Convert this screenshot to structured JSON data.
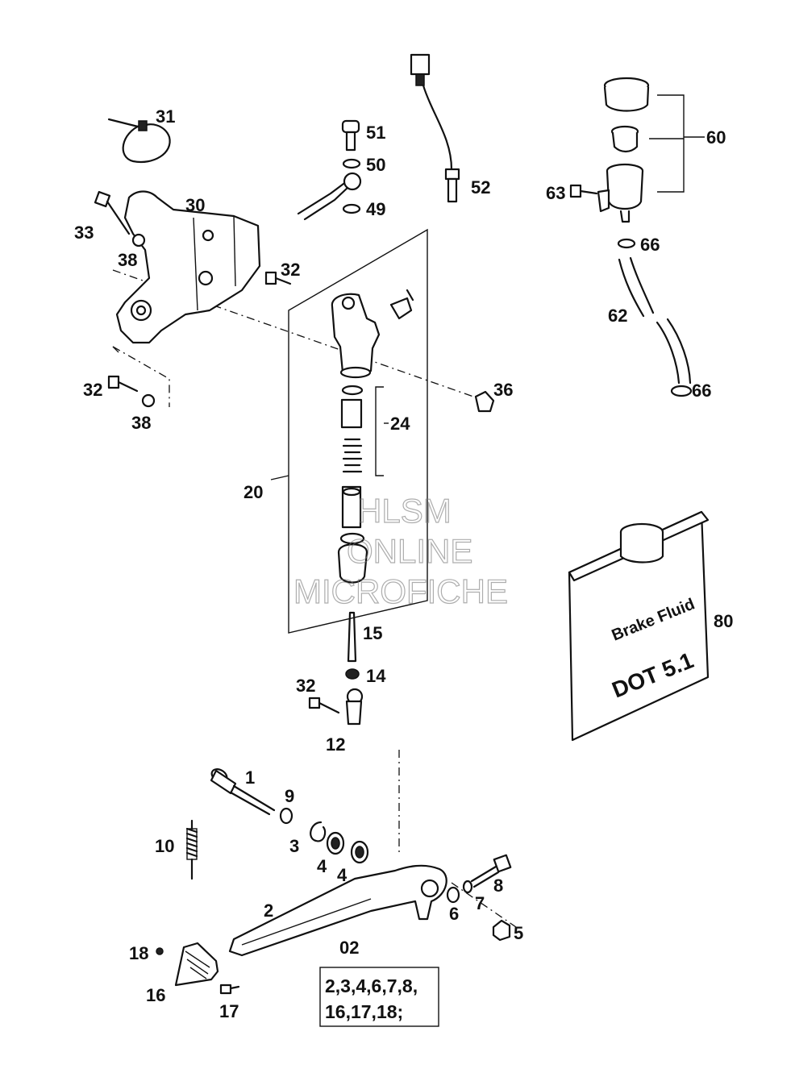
{
  "labels": {
    "p1": "1",
    "p2": "2",
    "p3": "3",
    "p4a": "4",
    "p4b": "4",
    "p5": "5",
    "p6": "6",
    "p7": "7",
    "p8": "8",
    "p9": "9",
    "p10": "10",
    "p12": "12",
    "p14": "14",
    "p15": "15",
    "p16": "16",
    "p17": "17",
    "p18": "18",
    "p20": "20",
    "p24": "24",
    "p30": "30",
    "p31": "31",
    "p32a": "32",
    "p32b": "32",
    "p32c": "32",
    "p33": "33",
    "p36": "36",
    "p38a": "38",
    "p38b": "38",
    "p49": "49",
    "p50": "50",
    "p51": "51",
    "p52": "52",
    "p60": "60",
    "p62": "62",
    "p63": "63",
    "p66a": "66",
    "p66b": "66",
    "p80": "80",
    "p02": "02"
  },
  "kit": {
    "line1": "2,3,4,6,7,8,",
    "line2": "16,17,18;"
  },
  "can": {
    "line1": "Brake Fluid",
    "line2": "DOT 5.1"
  },
  "watermark": {
    "line1": "HLSM",
    "line2": "ONLINE",
    "line3": "MICROFICHE"
  }
}
